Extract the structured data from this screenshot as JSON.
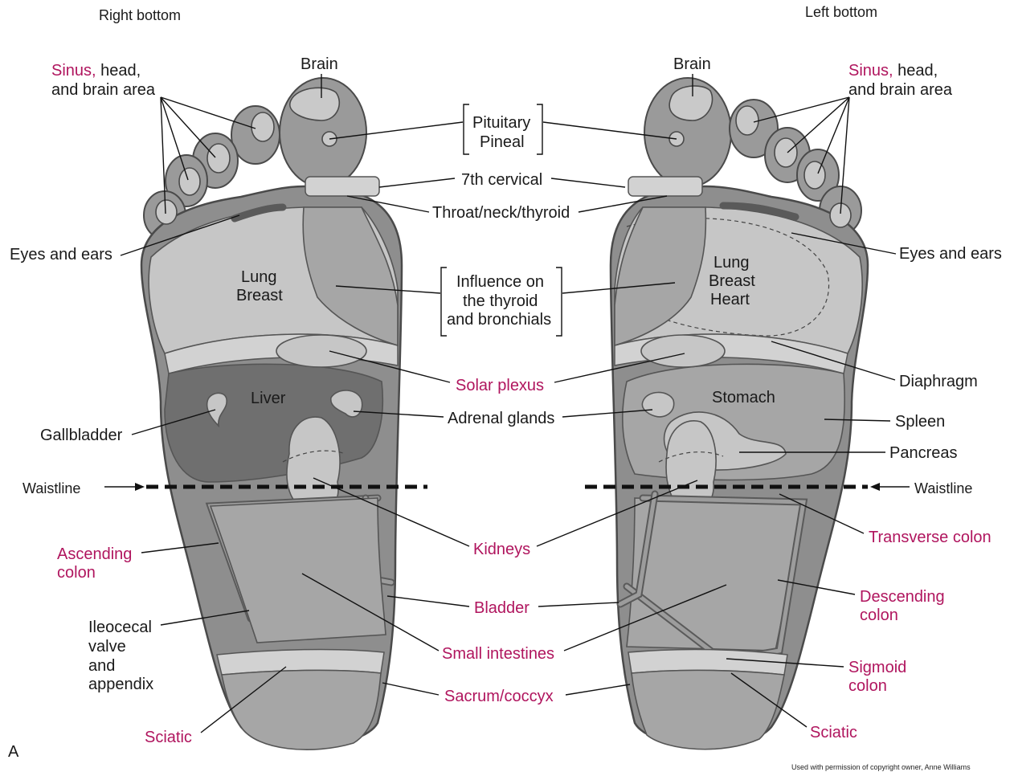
{
  "headers": {
    "right": "Right bottom",
    "left": "Left bottom"
  },
  "center_labels": {
    "brain": "Brain",
    "pituitary": "Pituitary",
    "pineal": "Pineal",
    "cervical": "7th cervical",
    "throat": "Throat/neck/thyroid",
    "influence_1": "Influence on",
    "influence_2": "the thyroid",
    "influence_3": "and bronchials",
    "solar_plexus": "Solar plexus",
    "adrenal": "Adrenal glands",
    "kidneys": "Kidneys",
    "bladder": "Bladder",
    "small_intestines": "Small intestines",
    "sacrum": "Sacrum/coccyx"
  },
  "right_foot": {
    "sinus_red": "Sinus,",
    "sinus_rest": " head,",
    "sinus_line2": "and brain area",
    "brain": "Brain",
    "eyes_ears": "Eyes and ears",
    "lung": "Lung",
    "breast": "Breast",
    "liver": "Liver",
    "gallbladder": "Gallbladder",
    "waistline": "Waistline",
    "ascending_1": "Ascending",
    "ascending_2": "colon",
    "ileo_1": "Ileocecal",
    "ileo_2": "valve",
    "ileo_3": "and",
    "ileo_4": "appendix",
    "sciatic": "Sciatic"
  },
  "left_foot": {
    "sinus_red": "Sinus,",
    "sinus_rest": " head,",
    "sinus_line2": "and brain area",
    "eyes_ears": "Eyes and ears",
    "lung": "Lung",
    "breast": "Breast",
    "heart": "Heart",
    "diaphragm": "Diaphragm",
    "stomach": "Stomach",
    "spleen": "Spleen",
    "pancreas": "Pancreas",
    "waistline": "Waistline",
    "transverse": "Transverse colon",
    "descending_1": "Descending",
    "descending_2": "colon",
    "sigmoid_1": "Sigmoid",
    "sigmoid_2": "colon",
    "sciatic": "Sciatic"
  },
  "panel_letter": "A",
  "copyright": "Used with permission of copyright owner, Anne Williams",
  "colors": {
    "accent": "#b0155e",
    "text": "#1a1a1a"
  }
}
